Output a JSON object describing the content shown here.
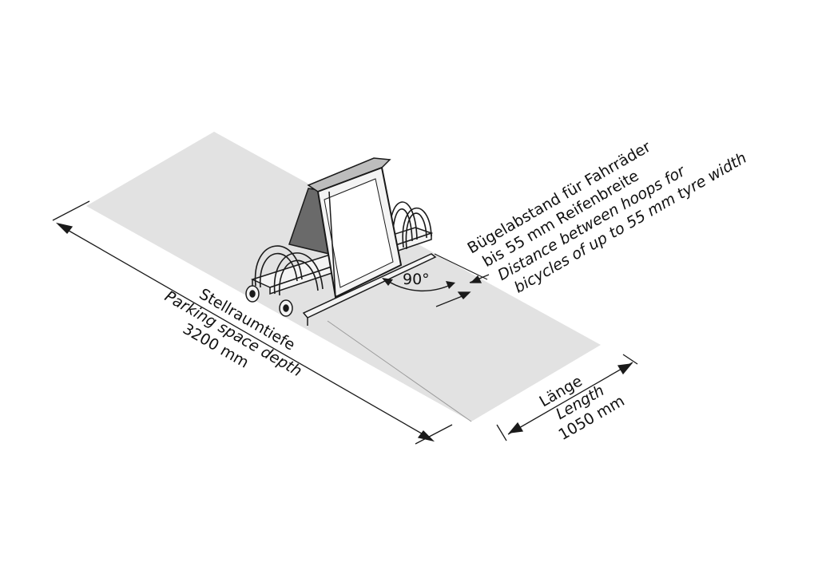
{
  "colors": {
    "background": "#ffffff",
    "parking_area": "#e2e2e2",
    "stand_face": "#f4f4f4",
    "stand_dark": "#6a6a6a",
    "line": "#1a1a1a"
  },
  "labels": {
    "angle": "90°",
    "hoop_spacing": {
      "de_line1": "Bügelabstand für Fahrräder",
      "de_line2": "bis 55 mm Reifenbreite",
      "en_line1": "Distance between hoops for",
      "en_line2": "bicycles of up to 55 mm tyre width"
    },
    "parking_depth": {
      "de": "Stellraumtiefe",
      "en": "Parking space depth",
      "value": "3200 mm"
    },
    "length": {
      "de": "Länge",
      "en": "Length",
      "value": "1050 mm"
    }
  }
}
